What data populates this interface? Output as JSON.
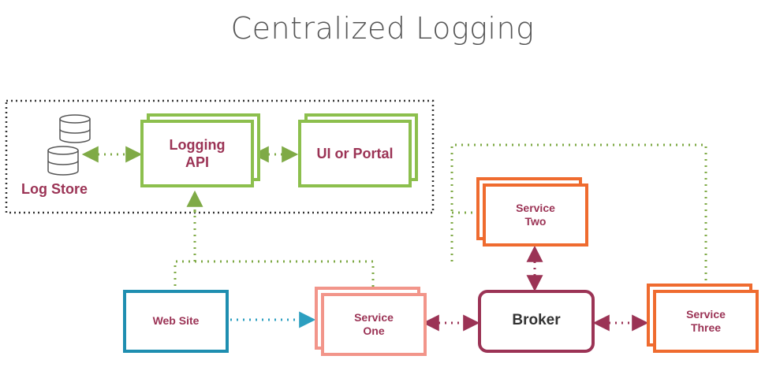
{
  "title": "Centralized Logging",
  "nodes": {
    "log_store": "Log Store",
    "logging_api": "Logging API",
    "ui_portal": "UI or Portal",
    "service_two": "Service Two",
    "web_site": "Web Site",
    "service_one": "Service One",
    "broker": "Broker",
    "service_three": "Service Three"
  },
  "colors": {
    "green": "#8cbf4d",
    "orange": "#ef6b2f",
    "salmon": "#f2958a",
    "teal": "#1e8eb0",
    "maroon": "#9b3355",
    "dotted_green": "#7faa46",
    "dotted_teal": "#2c9fc0"
  }
}
